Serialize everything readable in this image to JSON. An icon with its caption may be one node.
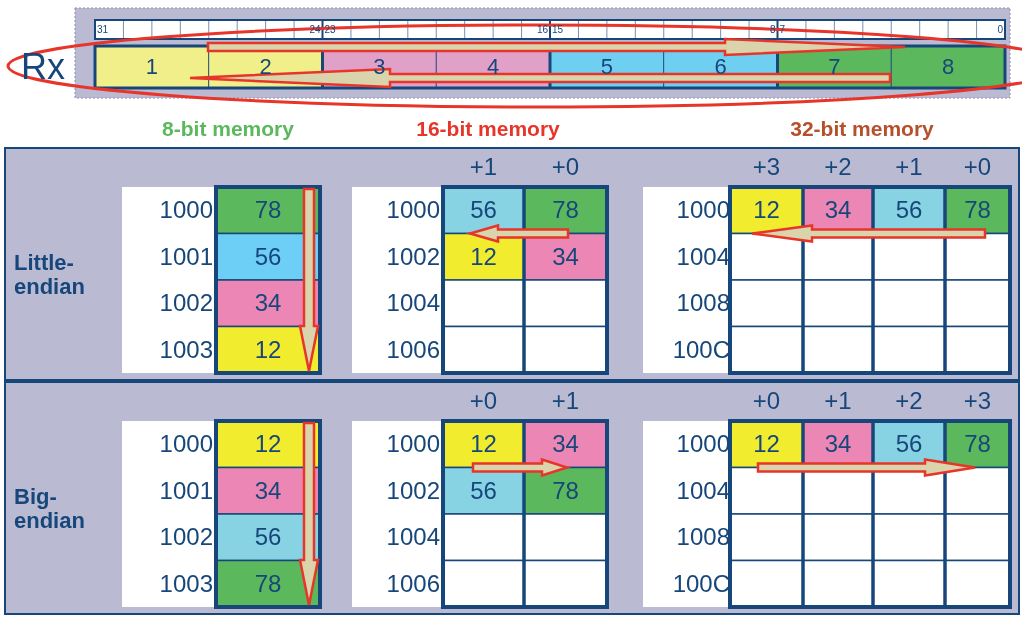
{
  "diagram": {
    "labels": [
      "31",
      "24",
      "23",
      "16",
      "15",
      "8",
      "7",
      "0",
      "Rx",
      "1",
      "2",
      "3",
      "4",
      "5",
      "6",
      "7",
      "8",
      "8-bit memory",
      "16-bit memory",
      "32-bit memory",
      "+1",
      "+0",
      "+3",
      "+2",
      "+1",
      "+0",
      "Little-endian",
      "1000",
      "78",
      "1000",
      "56",
      "78",
      "1000",
      "12",
      "34",
      "56",
      "78",
      "1001",
      "56",
      "1002",
      "12",
      "34",
      "1004",
      "1002",
      "34",
      "1004",
      "1008",
      "1003",
      "12",
      "1006",
      "100C",
      "+0",
      "+1",
      "+0",
      "+1",
      "+2",
      "+3",
      "Big-endian",
      "1000",
      "12",
      "1000",
      "12",
      "34",
      "1000",
      "12",
      "34",
      "56",
      "78",
      "1001",
      "34",
      "1002",
      "56",
      "78",
      "1004",
      "1002",
      "56",
      "1004",
      "1008",
      "1003",
      "78",
      "1006",
      "100C"
    ]
  }
}
